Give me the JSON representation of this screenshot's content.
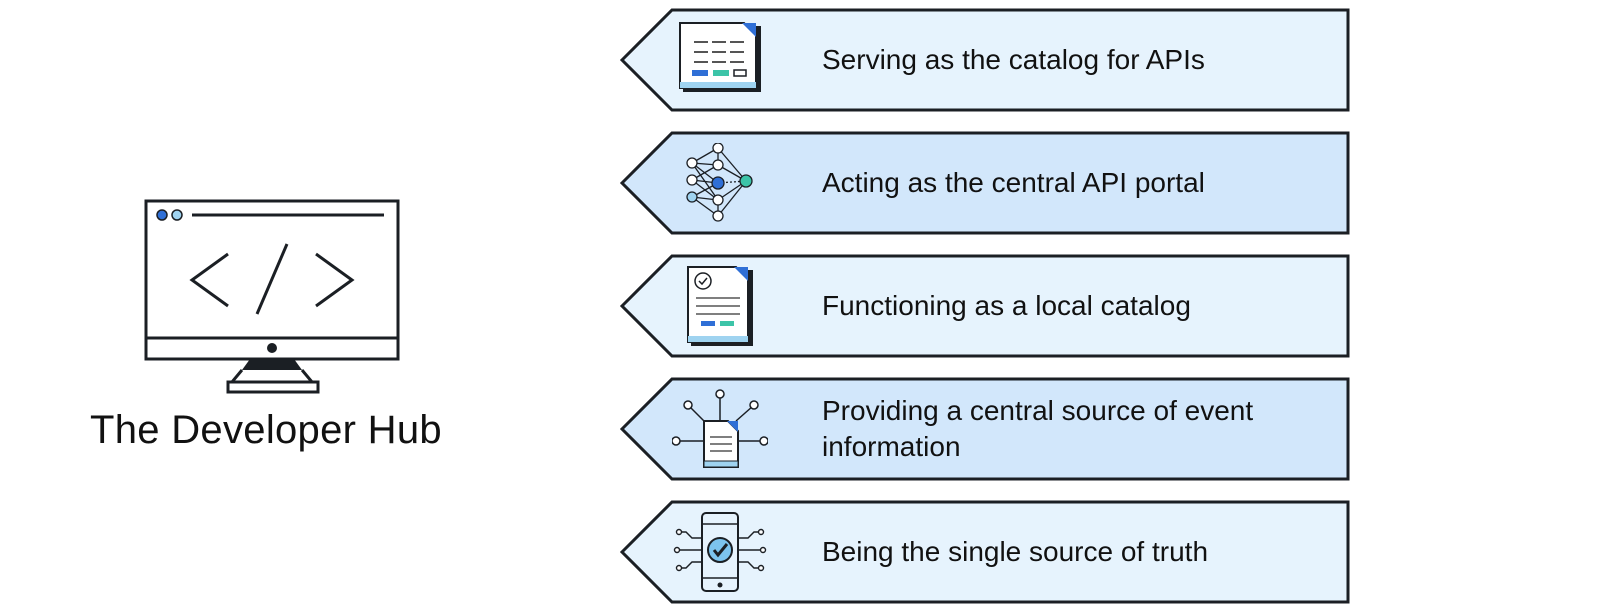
{
  "hub": {
    "title": "The Developer Hub",
    "icon": "code-monitor-icon"
  },
  "colors": {
    "light_fill": "#e6f3fd",
    "dark_fill": "#d2e7fb",
    "stroke": "#1b1f24",
    "blue": "#2f6fd6",
    "teal": "#3cc4a8"
  },
  "items": [
    {
      "label": "Serving as the catalog for APIs",
      "icon": "document-catalog-icon"
    },
    {
      "label": "Acting as the central API portal",
      "icon": "network-portal-icon"
    },
    {
      "label": "Functioning as a local catalog",
      "icon": "checked-document-icon"
    },
    {
      "label": "Providing a central source of event information",
      "icon": "document-hub-icon"
    },
    {
      "label": "Being the single source of truth",
      "icon": "mobile-check-icon"
    }
  ]
}
